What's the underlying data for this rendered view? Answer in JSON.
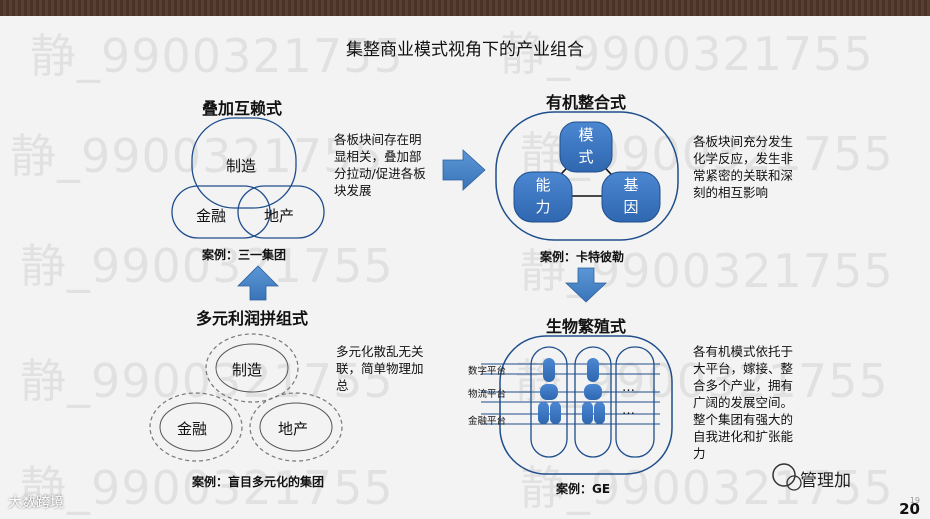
{
  "title": "集整商业模式视角下的产业组合",
  "watermark": "静_9900321755",
  "blocks": {
    "overlap": {
      "heading": "叠加互赖式",
      "circles": [
        "制造",
        "金融",
        "地产"
      ],
      "description": "各板块间存在明显相关，叠加部分拉动/促进各板块发展",
      "case": "案例：三一集团"
    },
    "organic": {
      "heading": "有机整合式",
      "nodes": [
        "模式",
        "能力",
        "基因"
      ],
      "description": "各板块间充分发生化学反应，发生非常紧密的关联和深刻的相互影响",
      "case": "案例：卡特彼勒"
    },
    "diversified": {
      "heading": "多元利润拼组式",
      "circles": [
        "制造",
        "金融",
        "地产"
      ],
      "description": "多元化散乱无关联，简单物理加总",
      "case": "案例：盲目多元化的集团"
    },
    "ecosystem": {
      "heading": "生物繁殖式",
      "platforms": [
        "数字平台",
        "物流平台",
        "金融平台"
      ],
      "dots": "…",
      "description": "各有机模式依托于大平台，嫁接、整合多个产业，拥有广阔的发展空间。整个集团有强大的自我进化和扩张能力",
      "case": "案例：GE"
    }
  },
  "branding": {
    "left_logo": "大数跨境",
    "right_logo": "管理加",
    "page_number": "20",
    "page_number_small": "19"
  },
  "colors": {
    "node_fill": "#3d78c4",
    "outline": "#1f4e8c",
    "arrow": "#4a86c8"
  }
}
